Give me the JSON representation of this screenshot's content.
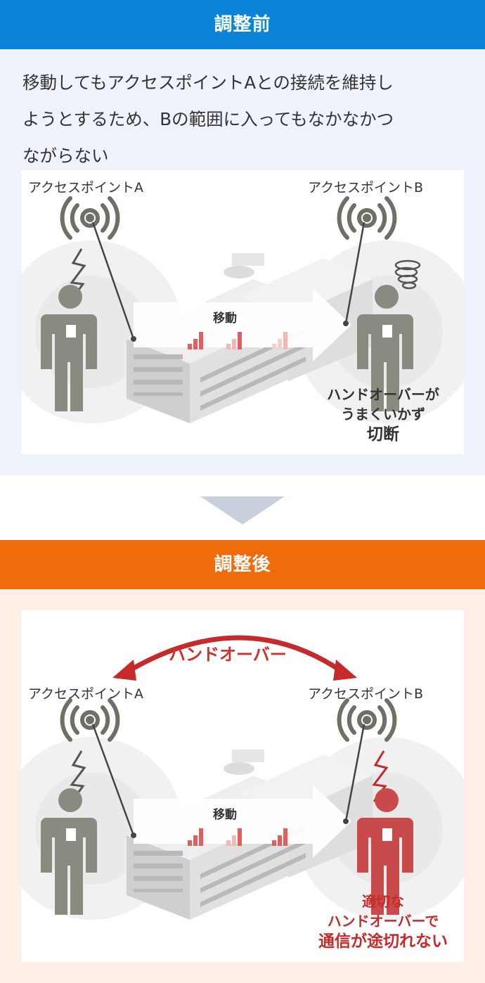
{
  "before": {
    "header": "調整前",
    "description_lines": [
      "移動してもアクセスポイントAとの接続を維持し",
      "ようとするため、Bの範囲に入ってもなかなかつ",
      "ながらない"
    ],
    "ap_a_label": "アクセスポイントA",
    "ap_b_label": "アクセスポイントB",
    "move_label": "移動",
    "caption_lines": [
      "ハンドオーバーが",
      "うまくいかず"
    ],
    "caption_strong": "切断"
  },
  "after": {
    "header": "調整後",
    "handover_label": "ハンドオーバー",
    "ap_a_label": "アクセスポイントA",
    "ap_b_label": "アクセスポイントB",
    "move_label": "移動",
    "caption_lines": [
      "適切な",
      "ハンドオーバーで"
    ],
    "caption_strong": "通信が途切れない"
  },
  "colors": {
    "before_header": "#0a84d6",
    "after_header": "#f06b0c",
    "person_gray": "#8a8a80",
    "person_red": "#c94a4a",
    "accent_red": "#d0312d"
  },
  "icons": [
    "wifi-signal-icon",
    "lightning-icon",
    "person-icon",
    "tangle-icon",
    "down-arrow-icon"
  ]
}
